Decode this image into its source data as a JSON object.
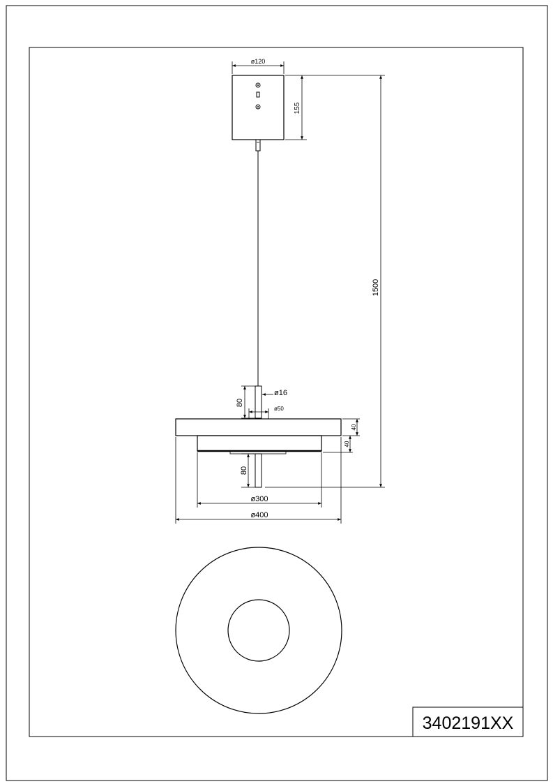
{
  "drawing": {
    "part_number": "3402191XX",
    "dimensions": {
      "canopy_diameter": "ø120",
      "canopy_height": "155",
      "total_drop": "1500",
      "tube_diameter": "ø16",
      "upper_tube_length": "80",
      "collar_diameter": "ø50",
      "upper_disc_thickness": "40",
      "lower_disc_thickness": "40",
      "lower_tube_length": "80",
      "inner_diameter": "ø300",
      "outer_diameter": "ø400"
    }
  }
}
